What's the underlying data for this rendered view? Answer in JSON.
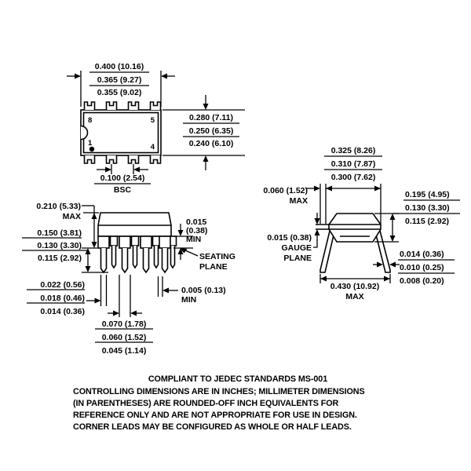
{
  "top_view": {
    "width_dims": [
      "0.400 (10.16)",
      "0.365 (9.27)",
      "0.355 (9.02)"
    ],
    "body_dims": [
      "0.280 (7.11)",
      "0.250 (6.35)",
      "0.240 (6.10)"
    ],
    "pitch_dim": "0.100 (2.54)",
    "pitch_suffix": "BSC",
    "pins": {
      "top_left": "8",
      "top_right": "5",
      "bottom_left": "1",
      "bottom_right": "4"
    }
  },
  "side_view": {
    "height_max": [
      "0.210 (5.33)",
      "MAX"
    ],
    "lead_length": [
      "0.150 (3.81)",
      "0.130 (3.30)",
      "0.115 (2.92)"
    ],
    "lead_width": [
      "0.022 (0.56)",
      "0.018 (0.46)",
      "0.014 (0.36)"
    ],
    "shoulder_width": [
      "0.070 (1.78)",
      "0.060 (1.52)",
      "0.045 (1.14)"
    ],
    "standoff": [
      "0.015",
      "(0.38)",
      "MIN"
    ],
    "seating_plane": [
      "SEATING",
      "PLANE"
    ],
    "row_gap": [
      "0.005 (0.13)",
      "MIN"
    ]
  },
  "end_view": {
    "body_width": [
      "0.325 (8.26)",
      "0.310 (7.87)",
      "0.300 (7.62)"
    ],
    "overhang": [
      "0.060 (1.52)",
      "MAX"
    ],
    "gauge_plane": [
      "0.015 (0.38)",
      "GAUGE",
      "PLANE"
    ],
    "body_height": [
      "0.195 (4.95)",
      "0.130 (3.30)",
      "0.115 (2.92)"
    ],
    "lead_thickness": [
      "0.014 (0.36)",
      "0.010 (0.25)",
      "0.008 (0.20)"
    ],
    "span": [
      "0.430 (10.92)",
      "MAX"
    ]
  },
  "notes": {
    "jedec": "COMPLIANT TO JEDEC STANDARDS MS-001",
    "lines": [
      "CONTROLLING DIMENSIONS ARE IN INCHES; MILLIMETER DIMENSIONS",
      "(IN PARENTHESES) ARE ROUNDED-OFF INCH EQUIVALENTS FOR",
      "REFERENCE ONLY AND ARE NOT APPROPRIATE FOR USE IN DESIGN.",
      "CORNER LEADS MAY BE CONFIGURED AS WHOLE OR HALF LEADS."
    ]
  },
  "colors": {
    "ink": "#000000",
    "background": "#ffffff"
  }
}
